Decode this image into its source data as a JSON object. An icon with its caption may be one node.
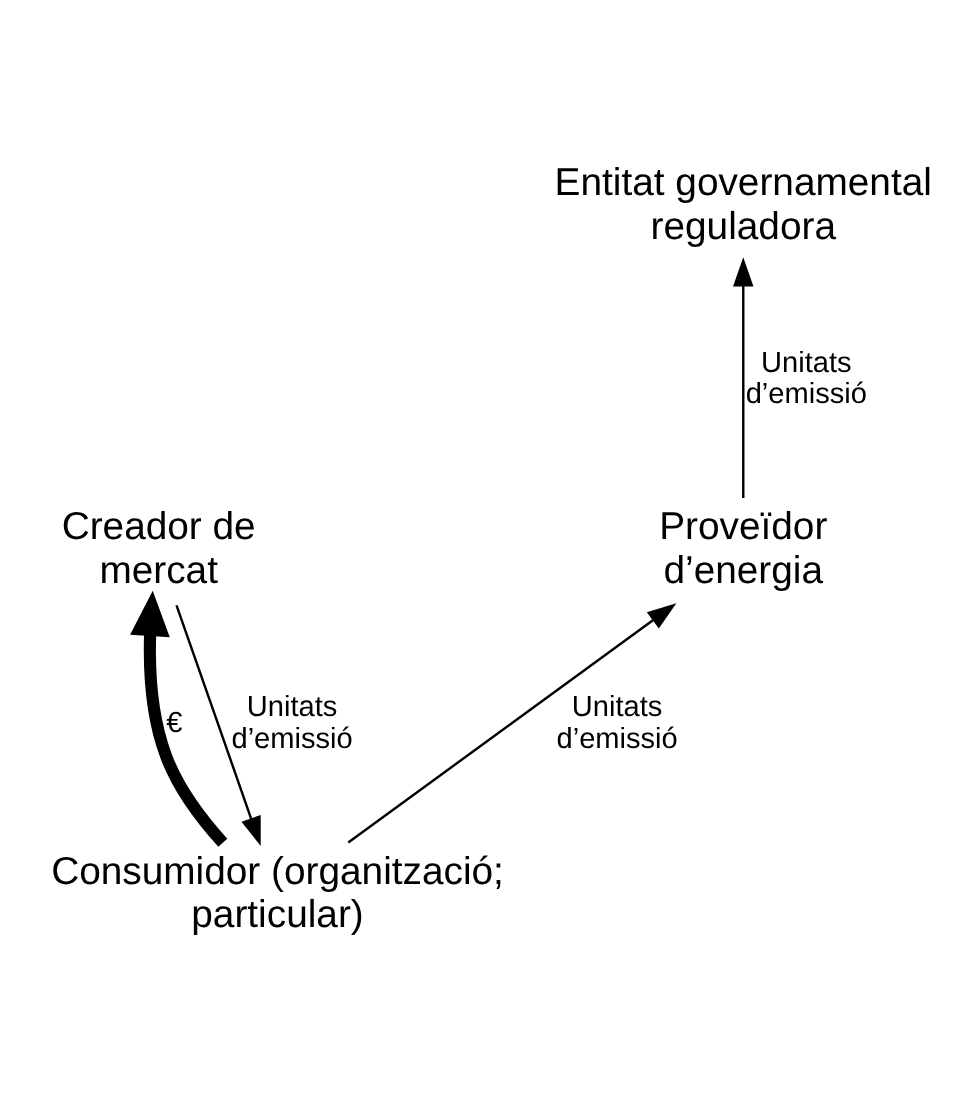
{
  "diagram": {
    "nodes": [
      {
        "text": [
          "Entitat governamental reguladora"
        ]
      },
      {
        "text": [
          "Creador de mercat"
        ]
      },
      {
        "text": [
          "Proveïdor d’energia"
        ]
      },
      {
        "text": [
          "Consumidor (organització; particular)"
        ]
      }
    ],
    "edges": [
      {
        "from": 2,
        "to": 0,
        "arrow": "to",
        "label": "Unitats d’emissió"
      },
      {
        "from": 1,
        "to": 3,
        "arrow": "to",
        "label": "Unitats d’emissió"
      },
      {
        "from": 3,
        "to": 2,
        "arrow": "to",
        "label": "Unitats d’emissió"
      },
      {
        "from": 3,
        "to": 1,
        "arrow": "to",
        "label": "€",
        "style": "thick"
      }
    ]
  }
}
